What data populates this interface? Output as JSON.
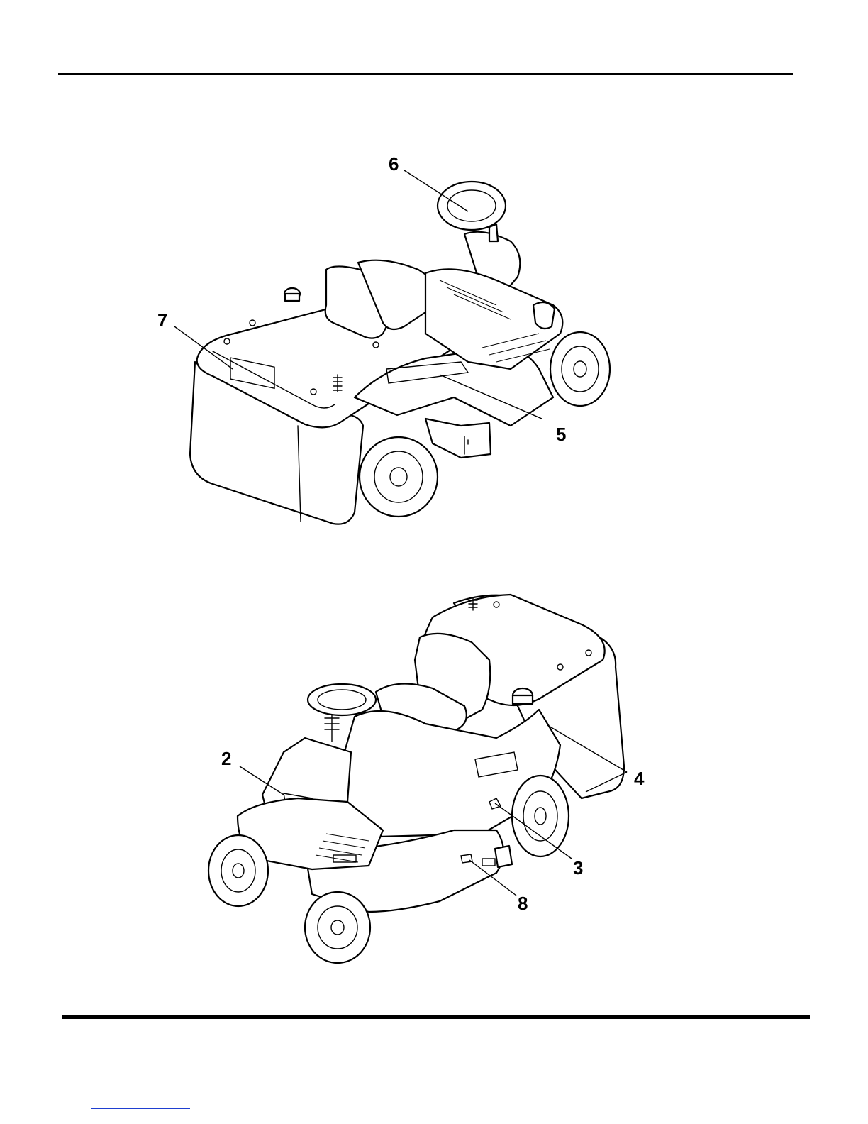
{
  "figure_top": {
    "callouts": [
      "6",
      "7",
      "5"
    ]
  },
  "figure_bottom": {
    "callouts": [
      "2",
      "4",
      "3",
      "8"
    ]
  }
}
